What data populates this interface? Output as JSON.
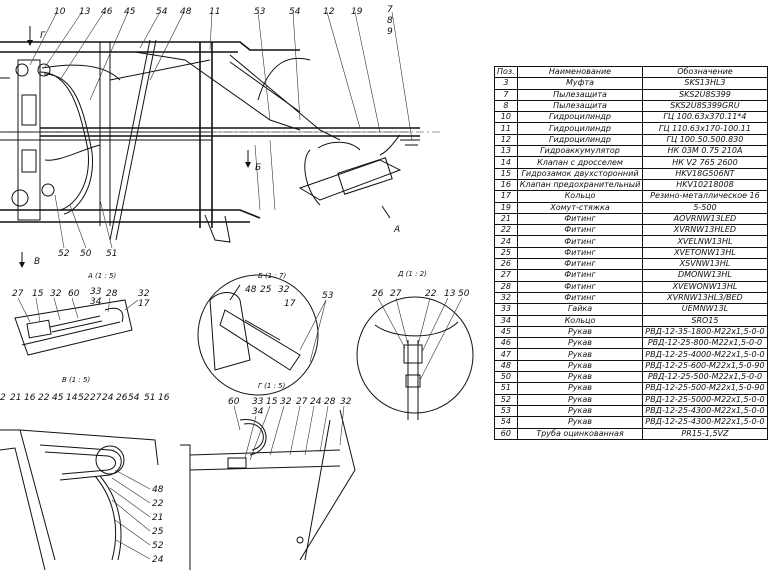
{
  "spec_table": {
    "headers": [
      "Поз.",
      "Наименование",
      "Обозначение"
    ],
    "rows": [
      [
        "3",
        "Муфта",
        "SKS13HL3"
      ],
      [
        "7",
        "Пылезащита",
        "SKS2U8S399"
      ],
      [
        "8",
        "Пылезащита",
        "SKS2U8S399GRU"
      ],
      [
        "10",
        "Гидроцилиндр",
        "ГЦ 100.63х370.11*4"
      ],
      [
        "11",
        "Гидроцилиндр",
        "ГЦ 110.63х170-100.11"
      ],
      [
        "12",
        "Гидроцилиндр",
        "ГЦ 100.50.500.830"
      ],
      [
        "13",
        "Гидроаккумулятор",
        "НК 03М 0.75 210А"
      ],
      [
        "14",
        "Клапан с дросселем",
        "НК V2 765 2600"
      ],
      [
        "15",
        "Гидрозамок двухсторонний",
        "HKV18G506NT"
      ],
      [
        "16",
        "Клапан предохранительный",
        "HKV10218008"
      ],
      [
        "17",
        "Кольцо",
        "Резино-металлическое 16"
      ],
      [
        "19",
        "Хомут-стяжка",
        "5-500"
      ],
      [
        "21",
        "Фитинг",
        "AOVRNW13LED"
      ],
      [
        "22",
        "Фитинг",
        "XVRNW13HLED"
      ],
      [
        "24",
        "Фитинг",
        "XVELNW13HL"
      ],
      [
        "25",
        "Фитинг",
        "XVETONW13HL"
      ],
      [
        "26",
        "Фитинг",
        "XSVNW13HL"
      ],
      [
        "27",
        "Фитинг",
        "DMONW13HL"
      ],
      [
        "28",
        "Фитинг",
        "XVEWONW13HL"
      ],
      [
        "32",
        "Фитинг",
        "XVRNW13HL3/BED"
      ],
      [
        "33",
        "Гайка",
        "UEMNW13L"
      ],
      [
        "34",
        "Кольцо",
        "SRO15"
      ],
      [
        "45",
        "Рукав",
        "РВД-12-35-1800-М22х1,5-0-0"
      ],
      [
        "46",
        "Рукав",
        "РВД-12-25-800-М22х1,5-0-0"
      ],
      [
        "47",
        "Рукав",
        "РВД-12-25-4000-М22х1,5-0-0"
      ],
      [
        "48",
        "Рукав",
        "РВД-12-25-600-М22х1,5-0-90"
      ],
      [
        "50",
        "Рукав",
        "РВД-12-25-500-М22х1,5-0-0"
      ],
      [
        "51",
        "Рукав",
        "РВД-12-25-500-М22х1,5-0-90"
      ],
      [
        "52",
        "Рукав",
        "РВД-12-25-5000-М22х1,5-0-0"
      ],
      [
        "53",
        "Рукав",
        "РВД-12-25-4300-М22х1,5-0-0"
      ],
      [
        "54",
        "Рукав",
        "РВД-12-25-4300-М22х1,5-0-0"
      ],
      [
        "60",
        "Труба оцинкованная",
        "PR15-1,5VZ"
      ]
    ]
  },
  "main_view": {
    "callouts_top": [
      "10",
      "13",
      "46",
      "45",
      "54",
      "48",
      "11",
      "53",
      "54",
      "12",
      "19",
      "7",
      "8",
      "9"
    ],
    "callouts_bottom": [
      "52",
      "50",
      "51"
    ],
    "markers": [
      "Г",
      "Б",
      "В",
      "А"
    ]
  },
  "views": {
    "a": {
      "title": "А (1 : 5)",
      "callouts": [
        "27",
        "15",
        "32",
        "60",
        "33",
        "34",
        "28",
        "32",
        "17"
      ]
    },
    "b": {
      "title": "Б (1 : 7)",
      "callouts": [
        "48",
        "25",
        "32",
        "17",
        "53"
      ]
    },
    "d": {
      "title": "Д (1 : 2)",
      "callouts": [
        "26",
        "27",
        "22",
        "13",
        "50"
      ]
    },
    "v": {
      "title": "В (1 : 5)",
      "callouts_top": [
        "2",
        "21",
        "16",
        "22",
        "45",
        "14",
        "52",
        "27",
        "24",
        "26",
        "54",
        "51",
        "16"
      ],
      "callouts_right": [
        "48",
        "22",
        "21",
        "25",
        "52",
        "24"
      ]
    },
    "g": {
      "title": "Г (1 : 5)",
      "callouts": [
        "60",
        "33",
        "15",
        "32",
        "27",
        "24",
        "28",
        "32",
        "34"
      ]
    }
  }
}
